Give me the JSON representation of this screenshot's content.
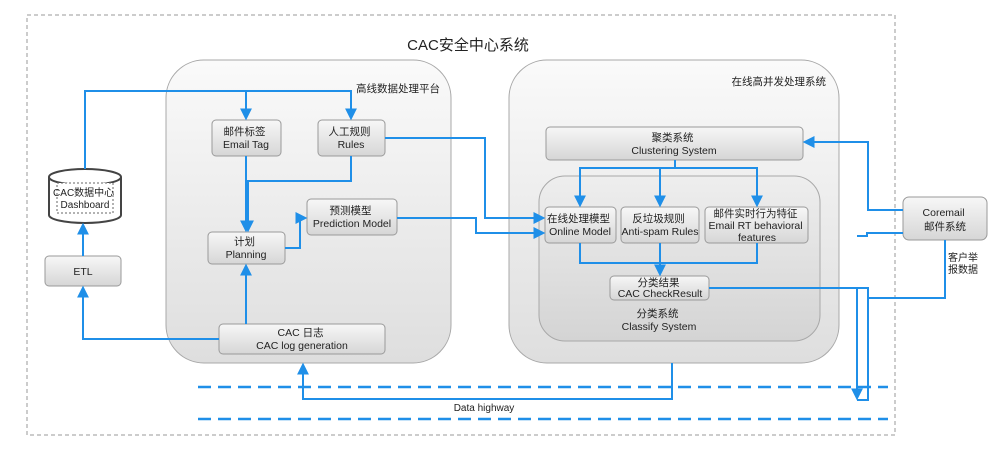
{
  "title": "CAC安全中心系统",
  "platforms": {
    "offline": "高线数据处理平台",
    "online": "在线高并发处理系统"
  },
  "nodes": {
    "cac_db": [
      "CAC数据中心",
      "Dashboard"
    ],
    "etl": [
      "ETL"
    ],
    "email_tag": [
      "邮件标签",
      "Email Tag"
    ],
    "rules": [
      "人工规则",
      "Rules"
    ],
    "prediction": [
      "预测模型",
      "Prediction Model"
    ],
    "planning": [
      "计划",
      "Planning"
    ],
    "cac_log": [
      "CAC 日志",
      "CAC log generation"
    ],
    "clustering": [
      "聚类系统",
      "Clustering System"
    ],
    "online_model": [
      "在线处理模型",
      "Online Model"
    ],
    "anti_spam": [
      "反垃圾规则",
      "Anti-spam Rules"
    ],
    "behavior": [
      "邮件实时行为特征",
      "Email RT behavioral",
      "features"
    ],
    "check_result": [
      "分类结果",
      "CAC CheckResult"
    ],
    "coremail": [
      "Coremail",
      "邮件系统"
    ]
  },
  "classify_label": [
    "分类系统",
    "Classify System"
  ],
  "user_report": [
    "客户举",
    "报数据"
  ],
  "data_highway": "Data highway",
  "colors": {
    "arrow": "#1f8fe8",
    "box_fill_top": "#f6f6f6",
    "box_fill_bottom": "#d9d9d9",
    "box_stroke": "#9a9a9a",
    "outer_dash": "#9a9a9a"
  }
}
